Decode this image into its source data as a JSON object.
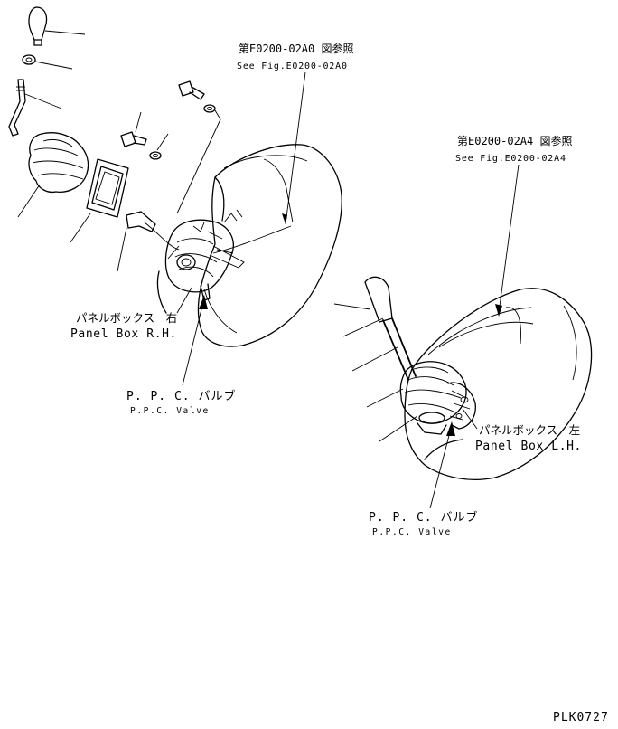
{
  "refs": {
    "right": {
      "jp": "第E0200-02A0 図参照",
      "en": "See Fig.E0200-02A0"
    },
    "left": {
      "jp": "第E0200-02A4 図参照",
      "en": "See Fig.E0200-02A4"
    }
  },
  "labels": {
    "panel_rh": {
      "jp": "パネルボックス　右",
      "en": "Panel Box R.H."
    },
    "panel_lh": {
      "jp": "パネルボックス　左",
      "en": "Panel Box L.H."
    },
    "ppc_rh": {
      "jp": "P. P. C. バルブ",
      "en": "P.P.C. Valve"
    },
    "ppc_lh": {
      "jp": "P. P. C. バルブ",
      "en": "P.P.C. Valve"
    }
  },
  "drawing_code": "PLK0727"
}
